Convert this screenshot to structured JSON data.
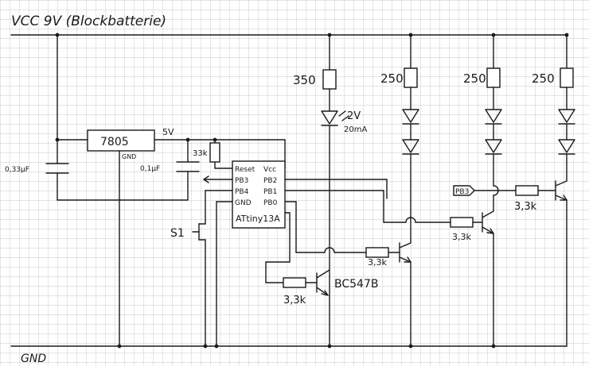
{
  "schematic": {
    "supply_label": "VCC 9V (Blockbatterie)",
    "ground_label": "GND",
    "regulator": {
      "name": "7805",
      "pin_gnd": "GND",
      "output": "5V"
    },
    "capacitors": {
      "input": "0,33µF",
      "output": "0,1µF"
    },
    "pullup_resistor": "33k",
    "switch_label": "S1",
    "mcu": {
      "name": "ATtiny13A",
      "pins_left": [
        "Reset",
        "PB3",
        "PB4",
        "GND"
      ],
      "pins_right": [
        "Vcc",
        "PB2",
        "PB1",
        "PB0"
      ]
    },
    "led_resistors": [
      "350",
      "250",
      "250",
      "250"
    ],
    "led_note": {
      "voltage": "2V",
      "current": "20mA"
    },
    "base_resistors": [
      "3,3k",
      "3,3k",
      "3,3k",
      "3,3k"
    ],
    "transistor": "BC547B",
    "net_flag": "PB3"
  }
}
